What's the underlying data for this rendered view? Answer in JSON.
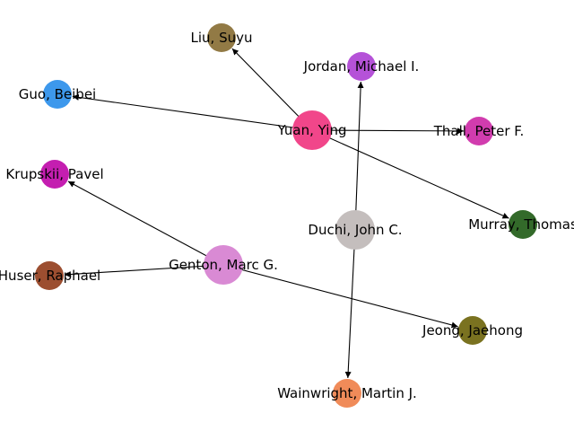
{
  "nodes": [
    {
      "id": "yuan",
      "label": "Yuan, Ying",
      "color": "#f1468a",
      "size": "large"
    },
    {
      "id": "genton",
      "label": "Genton, Marc G.",
      "color": "#d98ad4",
      "size": "large"
    },
    {
      "id": "duchi",
      "label": "Duchi, John C.",
      "color": "#c4bebd",
      "size": "large"
    },
    {
      "id": "liu",
      "label": "Liu, Suyu",
      "color": "#927a45",
      "size": "small"
    },
    {
      "id": "jordan",
      "label": "Jordan, Michael I.",
      "color": "#b552d8",
      "size": "small"
    },
    {
      "id": "guo",
      "label": "Guo, Beibei",
      "color": "#3d98ec",
      "size": "small"
    },
    {
      "id": "thall",
      "label": "Thall, Peter F.",
      "color": "#d13cae",
      "size": "small"
    },
    {
      "id": "krupskii",
      "label": "Krupskii, Pavel",
      "color": "#c41eb0",
      "size": "small"
    },
    {
      "id": "murray",
      "label": "Murray, Thomas",
      "color": "#336a2a",
      "size": "small"
    },
    {
      "id": "huser",
      "label": "Huser, Raphael",
      "color": "#9c4e30",
      "size": "small"
    },
    {
      "id": "jeong",
      "label": "Jeong, Jaehong",
      "color": "#7a7220",
      "size": "small"
    },
    {
      "id": "wainwright",
      "label": "Wainwright, Martin J.",
      "color": "#f08b59",
      "size": "small"
    }
  ],
  "edges": [
    {
      "source": "yuan",
      "target": "liu"
    },
    {
      "source": "yuan",
      "target": "guo"
    },
    {
      "source": "yuan",
      "target": "thall"
    },
    {
      "source": "yuan",
      "target": "murray"
    },
    {
      "source": "genton",
      "target": "krupskii"
    },
    {
      "source": "genton",
      "target": "huser"
    },
    {
      "source": "genton",
      "target": "jeong"
    },
    {
      "source": "duchi",
      "target": "jordan"
    },
    {
      "source": "duchi",
      "target": "wainwright"
    }
  ]
}
